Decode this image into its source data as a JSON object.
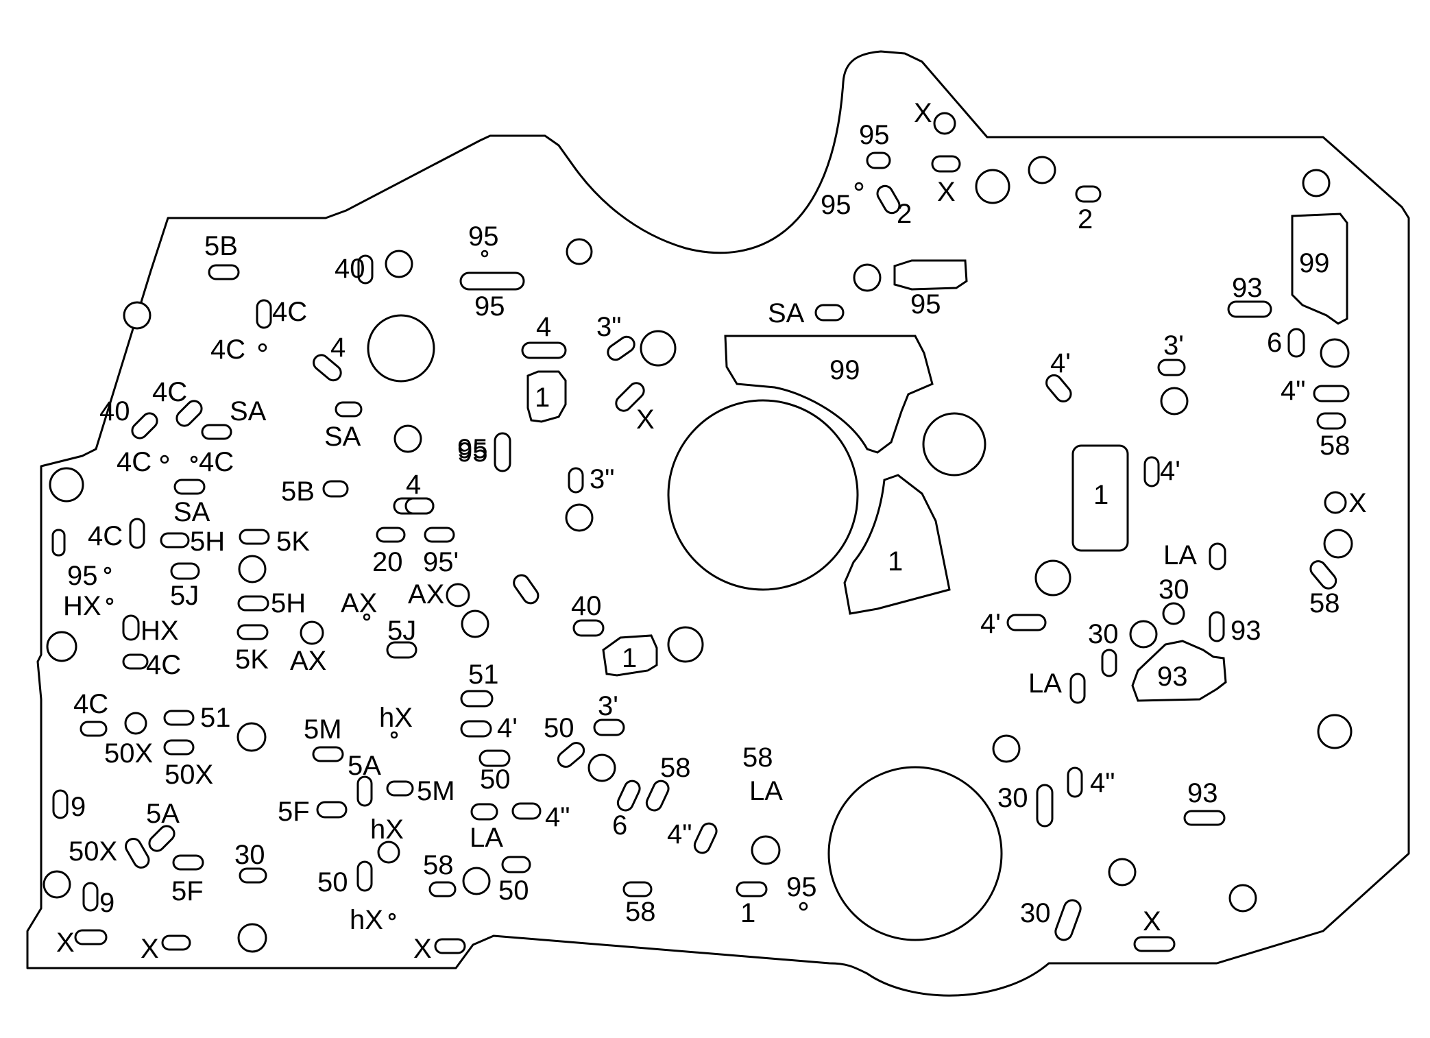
{
  "labels": {
    "l1": "5B",
    "l2": "40",
    "l3": "4C",
    "l4": "4C",
    "l5": "4",
    "l6": "95",
    "l7": "95",
    "l8": "40",
    "l9": "4C",
    "l10": "SA",
    "l11": "4C",
    "l12": "4C",
    "l13": "SA",
    "l14": "SA",
    "l15": "5B",
    "l16": "4",
    "l17": "20",
    "l18": "95'",
    "l19": "95",
    "l20": "4C",
    "l21": "5H",
    "l22": "5K",
    "l23": "95",
    "l24": "HX",
    "l25": "5J",
    "l26": "5H",
    "l27": "AX",
    "l28": "AX",
    "l29": "HX",
    "l30": "5J",
    "l31": "4C",
    "l32": "5K",
    "l33": "AX",
    "l34": "4C",
    "l35": "51",
    "l36": "50X",
    "l37": "50X",
    "l38": "5M",
    "l39": "hX",
    "l40": "5A",
    "l41": "5M",
    "l42": "9",
    "l43": "5A",
    "l44": "5F",
    "l45": "50X",
    "l46": "hX",
    "l47": "30",
    "l48": "5F",
    "l49": "9",
    "l50": "50",
    "l51": "hX",
    "l52": "X",
    "l53": "X",
    "l54": "X",
    "l55": "95",
    "l56": "4",
    "l57": "1",
    "l58": "3\"",
    "l59": "X",
    "l60": "3\"",
    "l61": "40",
    "l62": "1",
    "l63": "51",
    "l64": "4'",
    "l65": "50",
    "l66": "3'",
    "l67": "50",
    "l68": "4\"",
    "l69": "LA",
    "l70": "58",
    "l71": "50",
    "l72": "6",
    "l73": "58",
    "l74": "58",
    "l75": "LA",
    "l76": "4\"",
    "l77": "58",
    "l78": "1",
    "l79": "95",
    "l80": "95",
    "l81": "X",
    "l82": "95",
    "l83": "2",
    "l84": "X",
    "l85": "2",
    "l86": "95",
    "l87": "SA",
    "l88": "99",
    "l89": "1",
    "l90": "4'",
    "l91": "1",
    "l92": "4'",
    "l93": "3'",
    "l94": "LA",
    "l95": "30",
    "l96": "4'",
    "l97": "30",
    "l98": "93",
    "l99": "LA",
    "l100": "93",
    "l101": "30",
    "l102": "4\"",
    "l103": "93",
    "l104": "30",
    "l105": "X",
    "l106": "99",
    "l107": "93",
    "l108": "6",
    "l109": "4\"",
    "l110": "58",
    "l111": "X",
    "l112": "58"
  }
}
